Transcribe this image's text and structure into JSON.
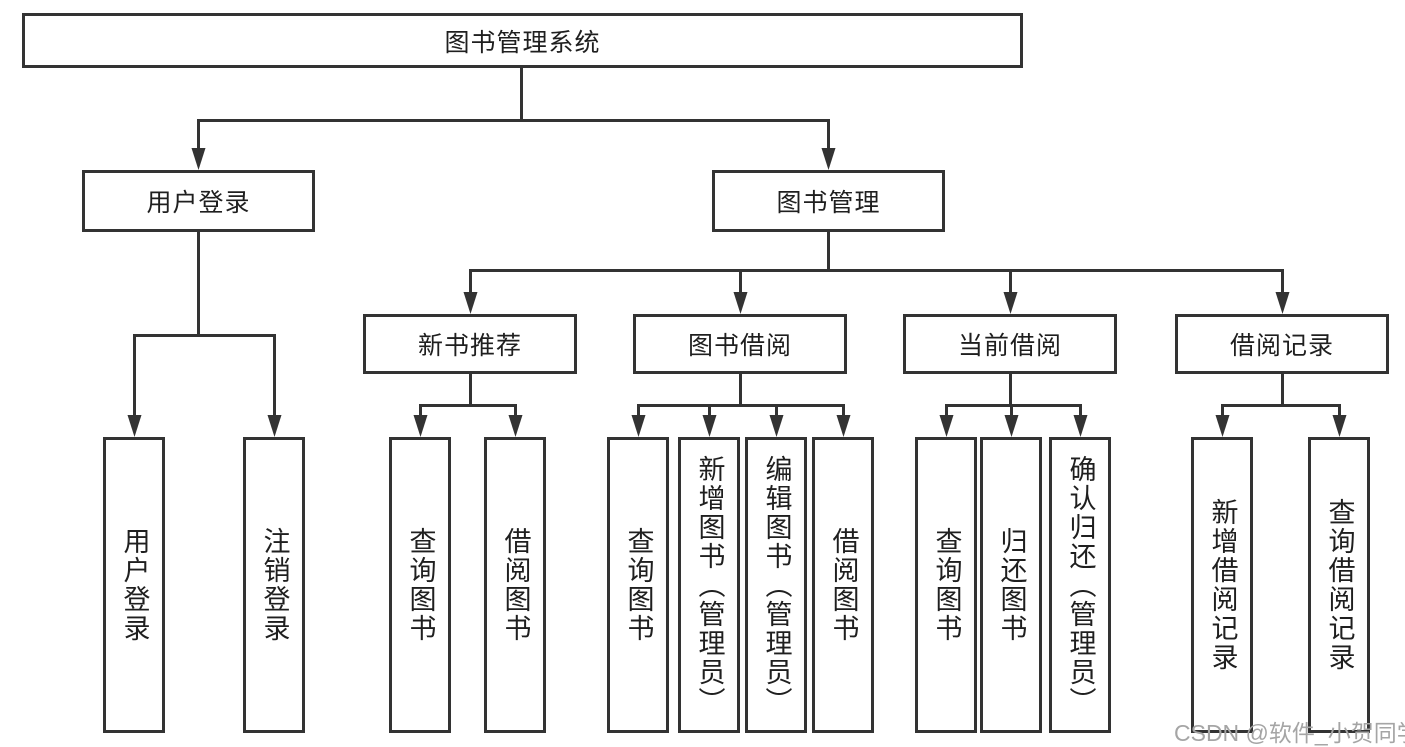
{
  "colors": {
    "line": "#333333",
    "box_border": "#333333",
    "text": "#1f1f1f",
    "watermark": "#a5a5a5",
    "background": "#ffffff"
  },
  "watermark": {
    "text": "CSDN @软件_小贺同学"
  },
  "diagram": {
    "type": "tree",
    "root": {
      "label": "图书管理系统"
    },
    "level2": [
      {
        "label": "用户登录"
      },
      {
        "label": "图书管理"
      }
    ],
    "level3": [
      {
        "label": "新书推荐",
        "parent": "图书管理"
      },
      {
        "label": "图书借阅",
        "parent": "图书管理"
      },
      {
        "label": "当前借阅",
        "parent": "图书管理"
      },
      {
        "label": "借阅记录",
        "parent": "图书管理"
      }
    ],
    "leaves": [
      {
        "label": "用户登录",
        "parent": "用户登录"
      },
      {
        "label": "注销登录",
        "parent": "用户登录"
      },
      {
        "label": "查询图书",
        "parent": "新书推荐"
      },
      {
        "label": "借阅图书",
        "parent": "新书推荐"
      },
      {
        "label": "查询图书",
        "parent": "图书借阅"
      },
      {
        "label": "新增图书（管理员）",
        "parent": "图书借阅"
      },
      {
        "label": "编辑图书（管理员）",
        "parent": "图书借阅"
      },
      {
        "label": "借阅图书",
        "parent": "图书借阅"
      },
      {
        "label": "查询图书",
        "parent": "当前借阅"
      },
      {
        "label": "归还图书",
        "parent": "当前借阅"
      },
      {
        "label": "确认归还（管理员）",
        "parent": "当前借阅"
      },
      {
        "label": "新增借阅记录",
        "parent": "借阅记录"
      },
      {
        "label": "查询借阅记录",
        "parent": "借阅记录"
      }
    ]
  }
}
